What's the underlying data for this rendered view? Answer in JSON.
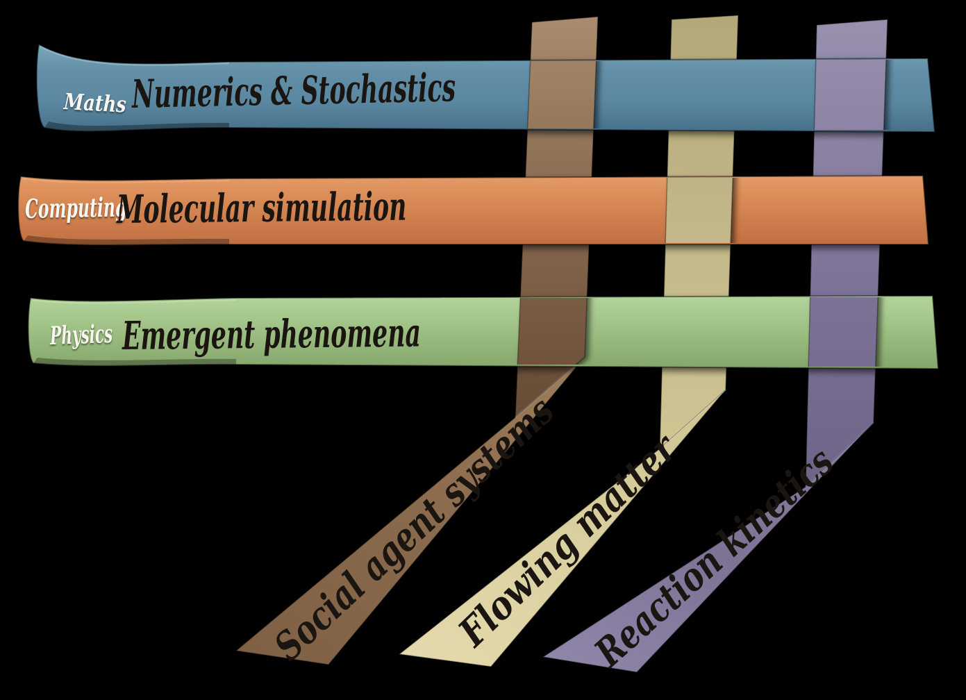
{
  "figure": {
    "background_color": "#000000"
  },
  "horizontal_ribbons": [
    {
      "category": "Maths",
      "title": "Numerics & Stochastics",
      "color": "#5e8ba3"
    },
    {
      "category": "Computing",
      "title": "Molecular simulation",
      "color": "#dc8c55"
    },
    {
      "category": "Physics",
      "title": "Emergent phenomena",
      "color": "#a3c589"
    }
  ],
  "diagonal_ribbons": [
    {
      "label": "Social agent systems",
      "color": "#8a6a4c"
    },
    {
      "label": "Flowing matter",
      "color": "#d9cf9f"
    },
    {
      "label": "Reaction kinetics",
      "color": "#7d7395"
    }
  ]
}
